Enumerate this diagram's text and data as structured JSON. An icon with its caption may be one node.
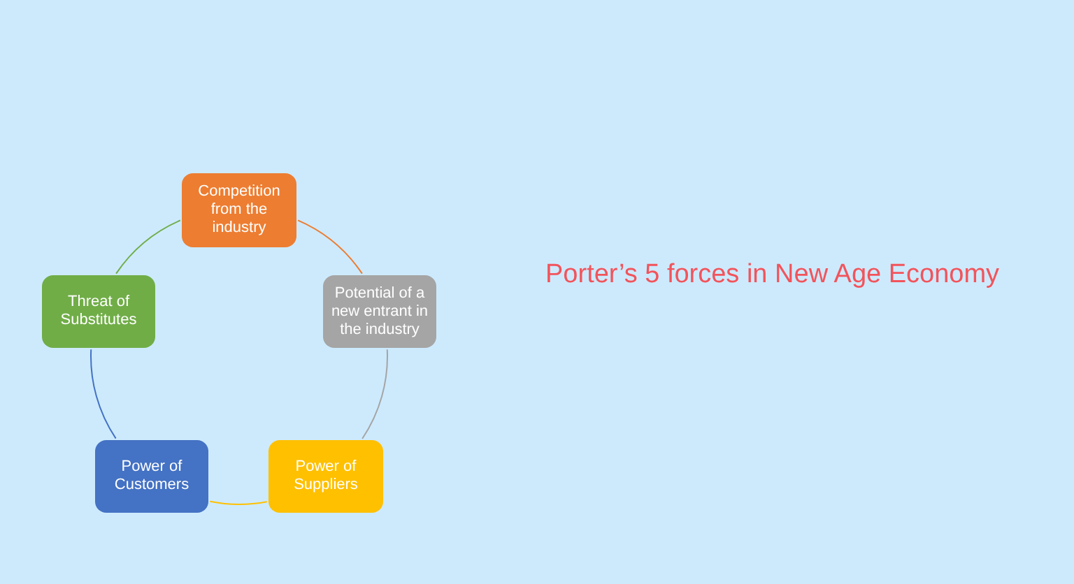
{
  "diagram": {
    "title": "Porter’s 5 forces in New Age Economy",
    "nodes": [
      {
        "text": [
          "Competition from the industry"
        ]
      },
      {
        "text": [
          "Potential of a new entrant in the industry"
        ]
      },
      {
        "text": [
          "Power of Suppliers"
        ]
      },
      {
        "text": [
          "Power of Customers"
        ]
      },
      {
        "text": [
          "Threat of Substitutes"
        ]
      }
    ],
    "edges": [
      {
        "from": 0,
        "to": 1,
        "arrow": "none",
        "color": "#ed7d31"
      },
      {
        "from": 1,
        "to": 2,
        "arrow": "none",
        "color": "#a5a5a5"
      },
      {
        "from": 2,
        "to": 3,
        "arrow": "none",
        "color": "#ffc000"
      },
      {
        "from": 3,
        "to": 4,
        "arrow": "none",
        "color": "#4472c4"
      },
      {
        "from": 4,
        "to": 0,
        "arrow": "none",
        "color": "#70ad47"
      }
    ]
  }
}
